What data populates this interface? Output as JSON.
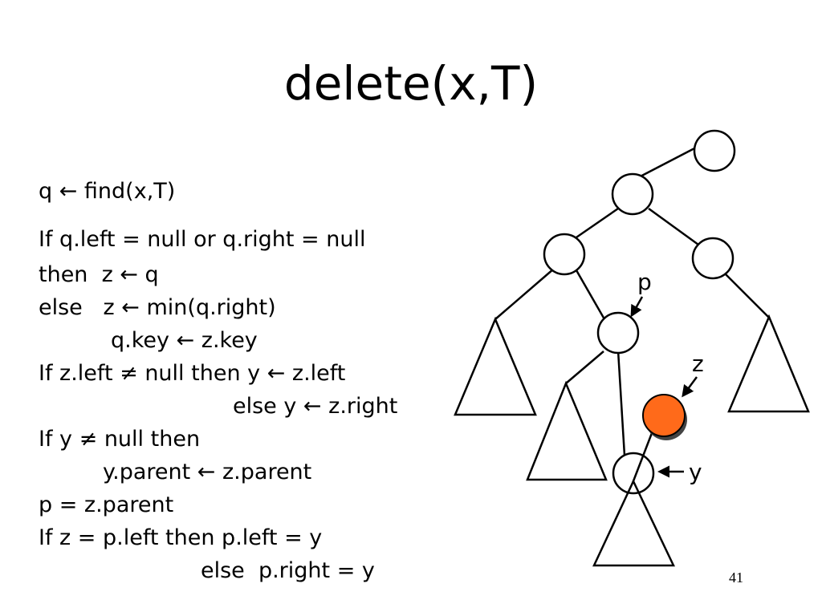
{
  "slide": {
    "title": "delete(x,T)",
    "number": "41"
  },
  "code": [
    "q ← find(x,T)",
    "If q.left = null or q.right = null",
    "then  z ← q",
    "else   z ← min(q.right)",
    "q.key ← z.key",
    "If z.left ≠ null then y ← z.left",
    "else y ← z.right",
    "If y ≠ null then",
    "y.parent ← z.parent",
    "p = z.parent",
    "If z = p.left then p.left = y",
    "else  p.right = y"
  ],
  "tree": {
    "labels": {
      "p": "p",
      "z": "z",
      "y": "y"
    },
    "colors": {
      "highlight_fill": "#ff6a1a",
      "highlight_shadow": "#444444",
      "line": "#000000"
    }
  }
}
